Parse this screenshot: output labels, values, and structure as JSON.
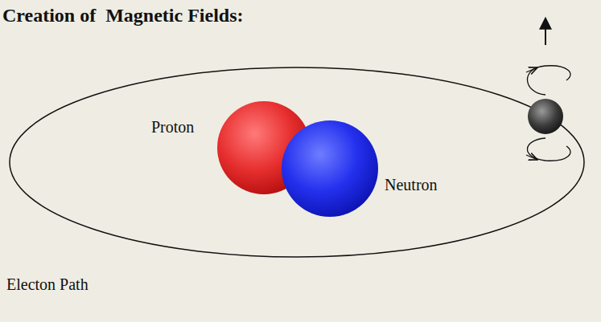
{
  "diagram": {
    "title": "Creation of  Magnetic Fields:",
    "labels": [
      "Proton",
      "Neutron",
      "Electon Path"
    ]
  }
}
